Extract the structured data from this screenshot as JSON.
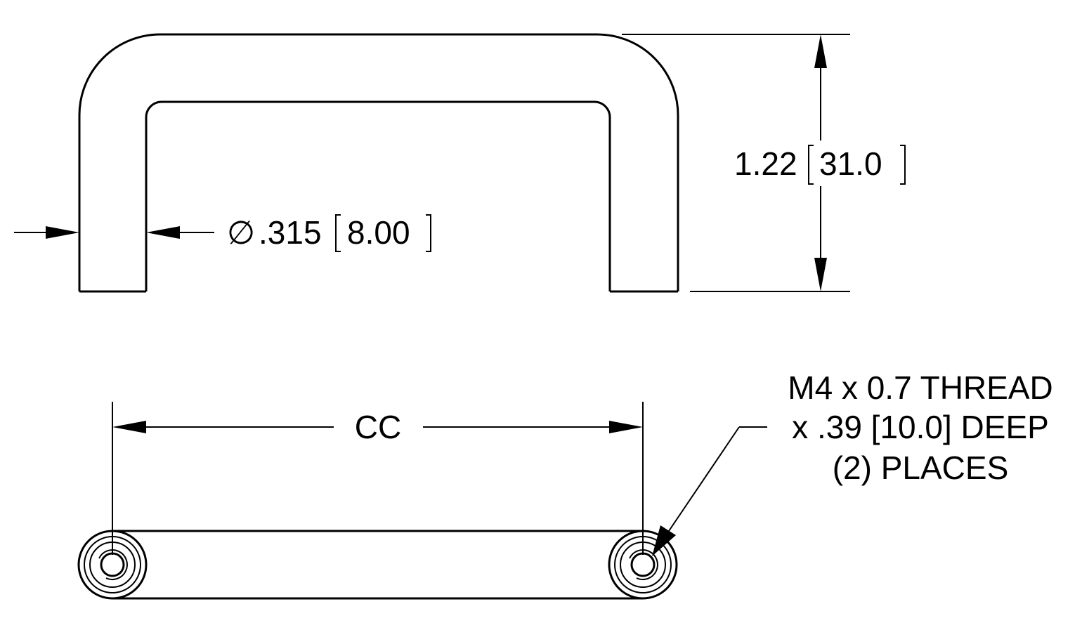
{
  "diameter_dim": {
    "symbol": "∅",
    "inch_value": ".315",
    "metric_value": "8.00"
  },
  "height_dim": {
    "inch_value": "1.22",
    "metric_value": "31.0"
  },
  "cc_dim": {
    "label": "CC"
  },
  "thread_note": {
    "line1": "M4 x 0.7 THREAD",
    "line2": "x .39 [10.0] DEEP",
    "line3": "(2) PLACES"
  }
}
